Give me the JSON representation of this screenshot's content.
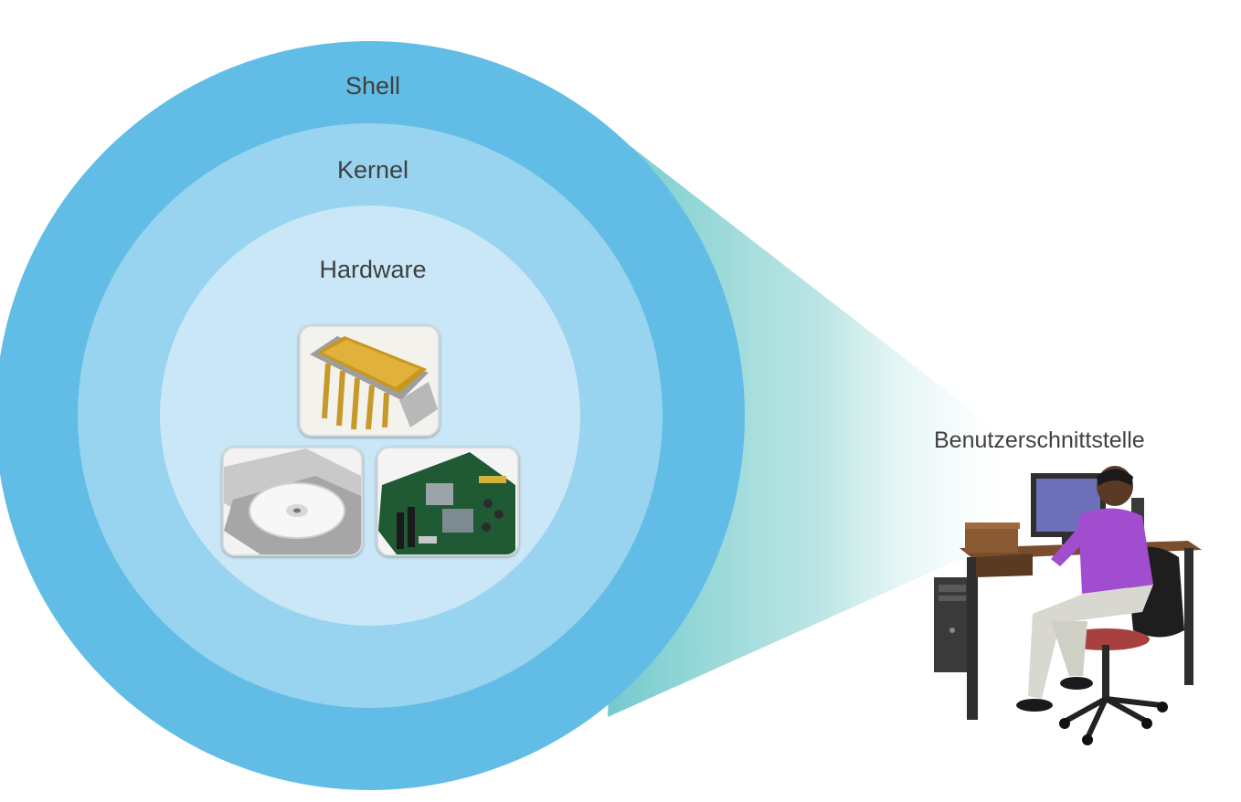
{
  "diagram": {
    "layers": {
      "outer_label": "Shell",
      "middle_label": "Kernel",
      "inner_label": "Hardware"
    },
    "user_interface_label": "Benutzerschnittstelle",
    "hardware_images": [
      "chip-icon",
      "cd-drive-icon",
      "motherboard-icon"
    ],
    "user_image": "user-at-computer-icon",
    "colors": {
      "shell": "#62bde6",
      "kernel": "#98d3ef",
      "hardware": "#c9e7f6",
      "beam": "#8ecfcf",
      "shirt": "#a24ccf"
    }
  }
}
